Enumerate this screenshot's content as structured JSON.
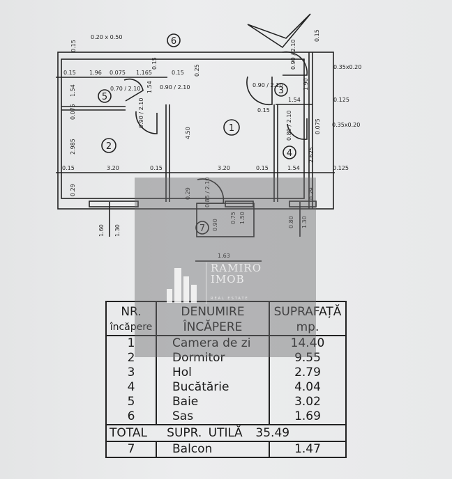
{
  "plan": {
    "room_numbers": [
      "1",
      "2",
      "3",
      "4",
      "5",
      "6",
      "7"
    ],
    "dimensions": {
      "d015_top_left": "0.15",
      "d020x050": "0.20 x 0.50",
      "d015_top_mid": "0.15",
      "d015_top_right": "0.15",
      "d015_a": "0.15",
      "d196": "1.96",
      "d007": "0.075",
      "d116": "1.165",
      "d015_b": "0.15",
      "d025": "0.25",
      "d154_left": "1.54",
      "d070_210": "0.70 / 2.10",
      "d154_v": "1.54",
      "d090_210_a": "0.90 / 2.10",
      "d090_210_b": "0.90 / 2.10",
      "d090_210_c": "0.90 / 2.10",
      "d090_210_d": "0.90 / 2.10",
      "d154_hol": "1.54",
      "d190": "1.90",
      "d0125_a": "0.125",
      "d035x020_a": "0.35x0.20",
      "d035x020_b": "0.35x0.20",
      "d015_c": "0.15",
      "d080_210": "0.80 / 2.10",
      "d0075": "0.075",
      "d2985": "2.985",
      "d007b": "0.075",
      "d450": "4.50",
      "d2625": "2.625",
      "d015_row": "0.15",
      "d320_a": "3.20",
      "d015_d": "0.15",
      "d320_b": "3.20",
      "d015_e": "0.15",
      "d154_bot": "1.54",
      "d0125_b": "0.125",
      "d029_a": "0.29",
      "d029_b": "0.29",
      "d029_c": "0.29",
      "d085_210": "0.85 / 2.10",
      "d090": "0.90",
      "d075": "0.75",
      "d150": "1.50",
      "d160": "1.60",
      "d130_a": "1.30",
      "d080": "0.80",
      "d130_b": "1.30",
      "d163": "1.63"
    }
  },
  "legend": {
    "headers": {
      "nr": [
        "NR.",
        "încăpere"
      ],
      "name": [
        "DENUMIRE",
        "ÎNCĂPERE"
      ],
      "area": [
        "SUPRAFAȚĂ",
        "mp."
      ]
    },
    "rows": [
      {
        "nr": "1",
        "name": "Camera de zi",
        "area": "14.40"
      },
      {
        "nr": "2",
        "name": "Dormitor",
        "area": "9.55"
      },
      {
        "nr": "3",
        "name": "Hol",
        "area": "2.79"
      },
      {
        "nr": "4",
        "name": "Bucătărie",
        "area": "4.04"
      },
      {
        "nr": "5",
        "name": "Baie",
        "area": "3.02"
      },
      {
        "nr": "6",
        "name": "Sas",
        "area": "1.69"
      }
    ],
    "total": {
      "label1": "TOTAL",
      "label2": "SUPR. UTILĂ",
      "value": "35.49"
    },
    "balcony": {
      "nr": "7",
      "name": "Balcon",
      "area": "1.47"
    }
  },
  "watermark": {
    "line1": "RAMIRO",
    "line2": "IMOB",
    "line3": "REAL ESTATE"
  }
}
